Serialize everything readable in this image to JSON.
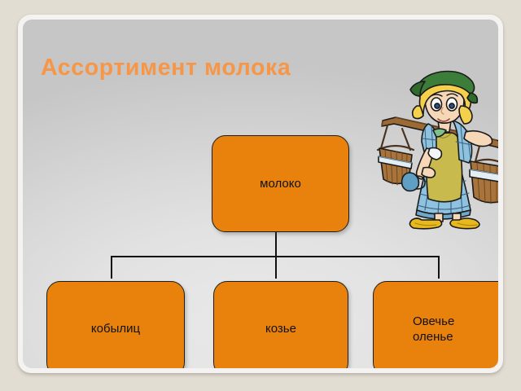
{
  "slide": {
    "title": "Ассортимент молока",
    "title_color": "#f79646",
    "background_outer": "#e2ddd3",
    "node_fill": "#e8820c",
    "node_border": "#1c1c1c",
    "connector_color": "#111111"
  },
  "diagram": {
    "type": "tree",
    "root": {
      "label": "молоко"
    },
    "children": [
      {
        "label": "кобылиц"
      },
      {
        "label": "козье"
      },
      {
        "label": "Овечье\nоленье",
        "line1": "Овечье",
        "line2": "оленье"
      }
    ]
  },
  "illustration": {
    "name": "milkmaid-with-buckets-illustration",
    "description": "Cartoon milkmaid carrying two wooden buckets on a shoulder yoke",
    "colors": {
      "hair": "#f5d04a",
      "cap": "#3d7d3a",
      "dress_plaid": "#7fb8d8",
      "apron": "#c9ba4e",
      "bucket_wood": "#8a5a2b",
      "bucket_band": "#dfe8ee",
      "clogs": "#e8b81f",
      "skin": "#f6d7b8",
      "outline": "#1a1a1a"
    }
  }
}
